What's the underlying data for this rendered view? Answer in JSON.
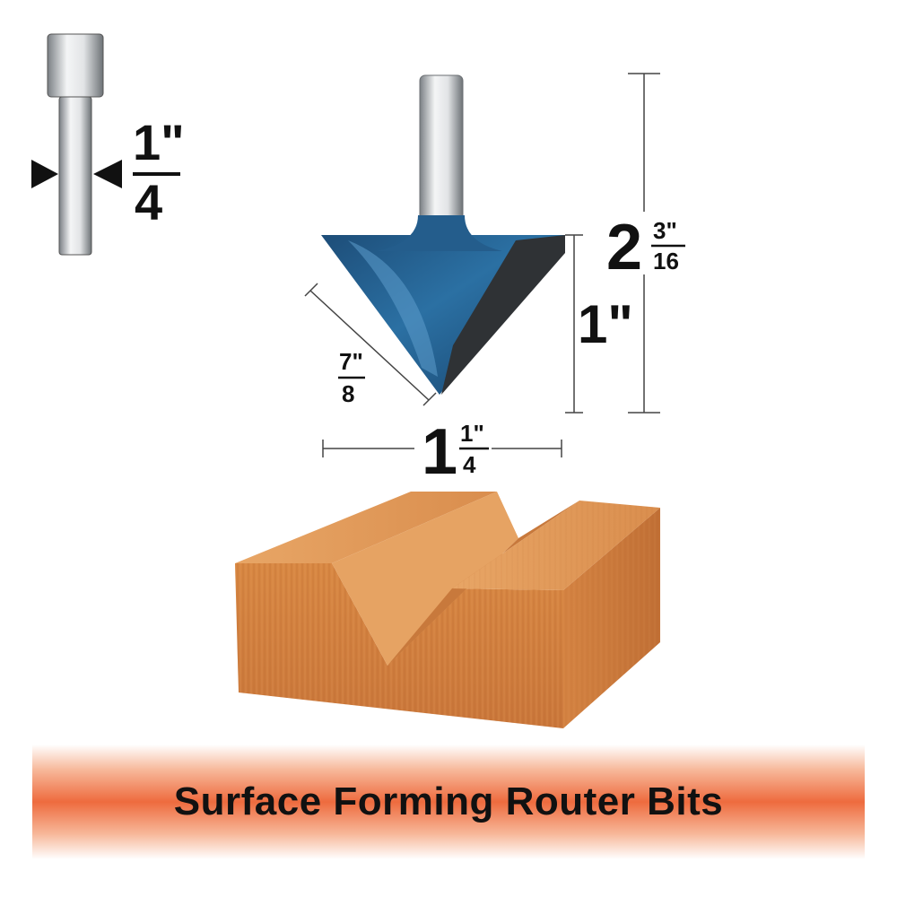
{
  "shank_size": {
    "whole": "",
    "numerator": "1\"",
    "denominator": "4"
  },
  "cutting_length": {
    "numerator": "7\"",
    "denominator": "8"
  },
  "overall_length": {
    "whole": "2",
    "numerator": "3\"",
    "denominator": "16"
  },
  "cutting_height": {
    "text": "1\""
  },
  "cutting_diameter": {
    "whole": "1",
    "numerator": "1\"",
    "denominator": "4"
  },
  "banner": {
    "title": "Surface Forming Router Bits"
  },
  "colors": {
    "bit_blue": "#1f5f8f",
    "wood": "#d9894a",
    "banner_orange": "#ee6b3e",
    "text": "#111111"
  }
}
